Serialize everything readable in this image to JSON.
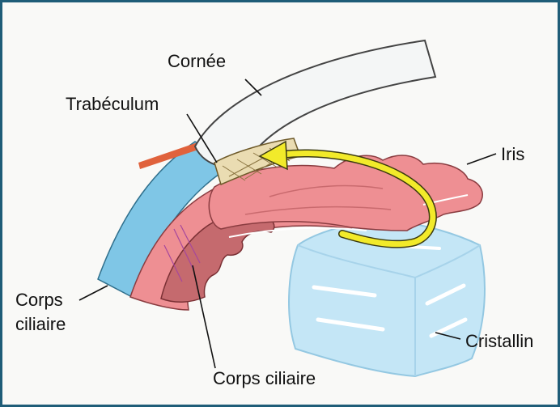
{
  "labels": {
    "cornea": "Cornée",
    "trabecular": "Trabéculum",
    "iris": "Iris",
    "sclera_line1": "Corps",
    "sclera_line2": "ciliaire",
    "ciliary_body": "Corps ciliaire",
    "lens": "Cristallin"
  },
  "colors": {
    "frame": "#1f5d78",
    "cornea": "#f4f6f6",
    "sclera": "#7fc6e6",
    "iris": "#ee8f93",
    "ciliary": "#c56a6e",
    "trabecular": "#eadcb2",
    "lens": "#c4e6f6",
    "flow_arrow": "#f2ea2a",
    "vessel": "#e0623c"
  },
  "icons": {
    "flow": "aqueous-flow-arrow"
  }
}
